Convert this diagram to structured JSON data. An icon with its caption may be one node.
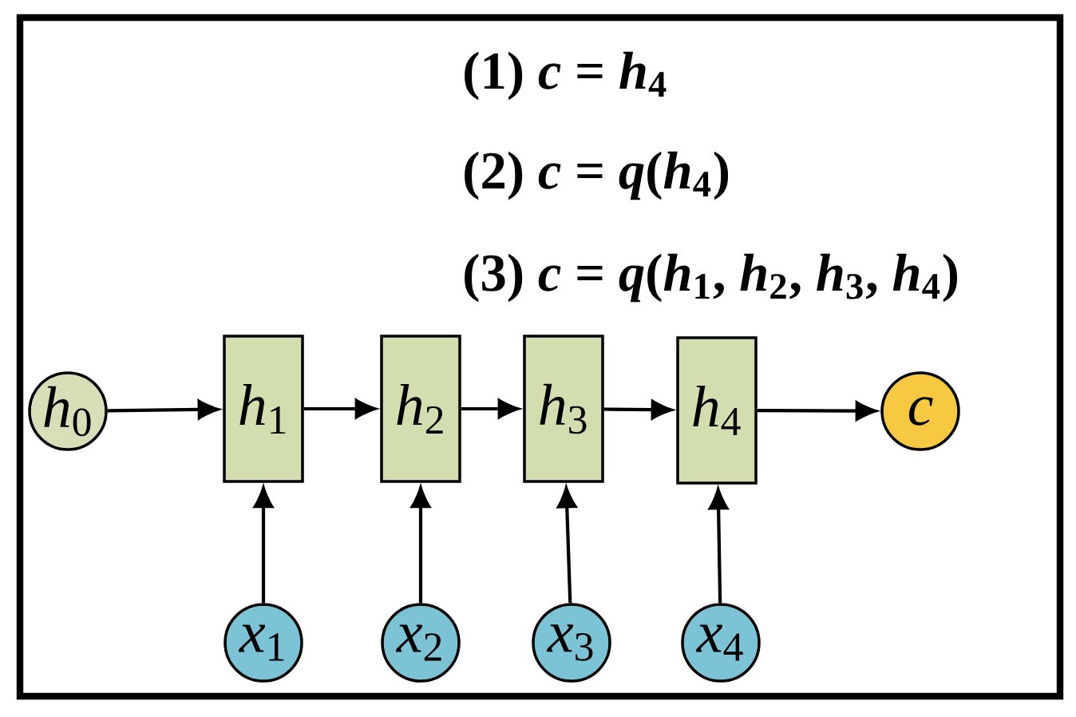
{
  "diagram": {
    "nodes": [
      {
        "text": [
          "*h*$_{0}$"
        ]
      },
      {
        "text": [
          "*h*$_{1}$"
        ]
      },
      {
        "text": [
          "*h*$_{2}$"
        ]
      },
      {
        "text": [
          "*h*$_{3}$"
        ]
      },
      {
        "text": [
          "*h*$_{4}$"
        ]
      },
      {
        "text": [
          "*c*"
        ]
      },
      {
        "text": [
          "*x*$_{1}$"
        ]
      },
      {
        "text": [
          "*x*$_{2}$"
        ]
      },
      {
        "text": [
          "*x*$_{3}$"
        ]
      },
      {
        "text": [
          "*x*$_{4}$"
        ]
      }
    ],
    "edges": [
      {
        "from": 0,
        "to": 1,
        "arrow": "to"
      },
      {
        "from": 1,
        "to": 2,
        "arrow": "to"
      },
      {
        "from": 2,
        "to": 3,
        "arrow": "to"
      },
      {
        "from": 3,
        "to": 4,
        "arrow": "to"
      },
      {
        "from": 4,
        "to": 5,
        "arrow": "to"
      },
      {
        "from": 6,
        "to": 1,
        "arrow": "to"
      },
      {
        "from": 7,
        "to": 2,
        "arrow": "to"
      },
      {
        "from": 8,
        "to": 3,
        "arrow": "to"
      },
      {
        "from": 9,
        "to": 4,
        "arrow": "to"
      }
    ],
    "labels": [
      "(1) *c* = *h*$_{4}$",
      "(2) *c* = *q*(*h*$_{4}$)",
      "(3) *c* = *q*(*h*$_{1}$, *h*$_{2}$, *h*$_{3}$, *h*$_{4}$)"
    ]
  }
}
